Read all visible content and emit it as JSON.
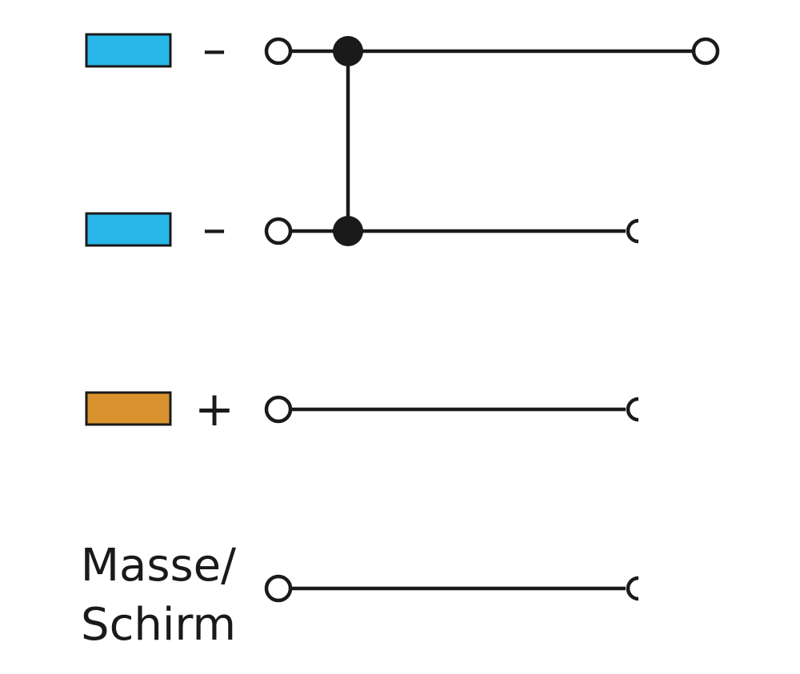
{
  "rows": [
    {
      "sign": "–",
      "swatch_color": "#29B6E8",
      "end": "open-terminal"
    },
    {
      "sign": "–",
      "swatch_color": "#29B6E8",
      "end": "plug-socket"
    },
    {
      "sign": "+",
      "swatch_color": "#D9922E",
      "end": "plug-socket"
    },
    {
      "sign": "",
      "swatch_color": "",
      "end": "plug-socket"
    }
  ],
  "ground_label": {
    "line1": "Masse/",
    "line2": "Schirm"
  },
  "bridge": {
    "connects_rows": [
      1,
      2
    ]
  }
}
